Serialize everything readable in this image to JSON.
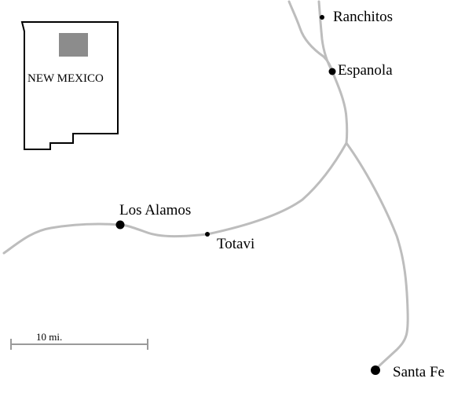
{
  "inset": {
    "state_label": "NEW MEXICO",
    "highlight_color": "#8c8c8c"
  },
  "places": [
    {
      "name": "Ranchitos",
      "size": "small"
    },
    {
      "name": "Espanola",
      "size": "medium"
    },
    {
      "name": "Los Alamos",
      "size": "large"
    },
    {
      "name": "Totavi",
      "size": "small"
    },
    {
      "name": "Santa Fe",
      "size": "large"
    }
  ],
  "scale_bar": {
    "label": "10 mi."
  },
  "colors": {
    "road": "#bdbdbd",
    "outline": "#000000"
  }
}
